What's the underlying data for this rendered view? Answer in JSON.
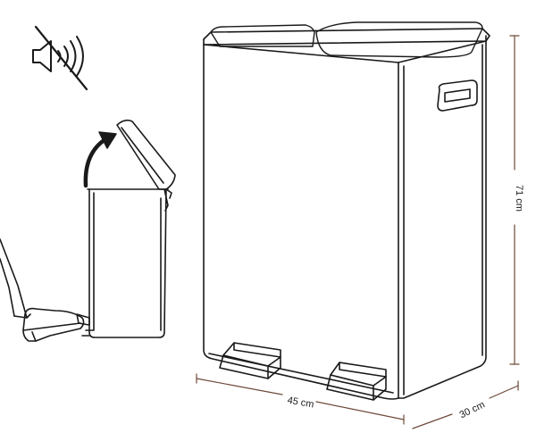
{
  "dimensions": {
    "width_label": "45 cm",
    "depth_label": "30 cm",
    "height_label": "71 cm"
  },
  "icons": {
    "mute": "speaker-muted-icon",
    "open_arrow": "curved-arrow-icon"
  },
  "colors": {
    "line": "#1a1a1a",
    "dimension_line": "#6e4a3a",
    "background": "#ffffff"
  }
}
